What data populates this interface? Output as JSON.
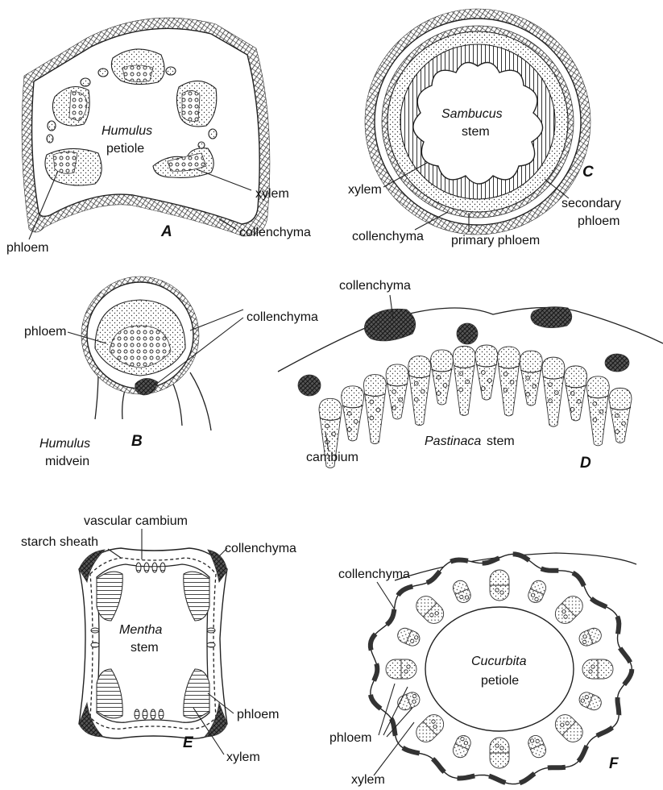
{
  "panels": {
    "A": {
      "letter": "A",
      "title_genus": "Humulus",
      "title_organ": "petiole",
      "labels": {
        "xylem": "xylem",
        "phloem": "phloem",
        "collenchyma": "collenchyma"
      }
    },
    "B": {
      "letter": "B",
      "title_genus": "Humulus",
      "title_organ": "midvein",
      "labels": {
        "phloem": "phloem",
        "collenchyma": "collenchyma"
      }
    },
    "C": {
      "letter": "C",
      "title_genus": "Sambucus",
      "title_organ": "stem",
      "labels": {
        "xylem": "xylem",
        "collenchyma": "collenchyma",
        "primary_phloem": "primary phloem",
        "secondary_phloem_1": "secondary",
        "secondary_phloem_2": "phloem"
      }
    },
    "D": {
      "letter": "D",
      "title_genus": "Pastinaca",
      "title_organ": "stem",
      "labels": {
        "collenchyma": "collenchyma",
        "cambium": "cambium"
      }
    },
    "E": {
      "letter": "E",
      "title_genus": "Mentha",
      "title_organ": "stem",
      "labels": {
        "vascular_cambium": "vascular cambium",
        "starch_sheath": "starch sheath",
        "collenchyma": "collenchyma",
        "phloem": "phloem",
        "xylem": "xylem"
      }
    },
    "F": {
      "letter": "F",
      "title_genus": "Cucurbita",
      "title_organ": "petiole",
      "labels": {
        "collenchyma": "collenchyma",
        "phloem": "phloem",
        "xylem": "xylem"
      }
    }
  }
}
